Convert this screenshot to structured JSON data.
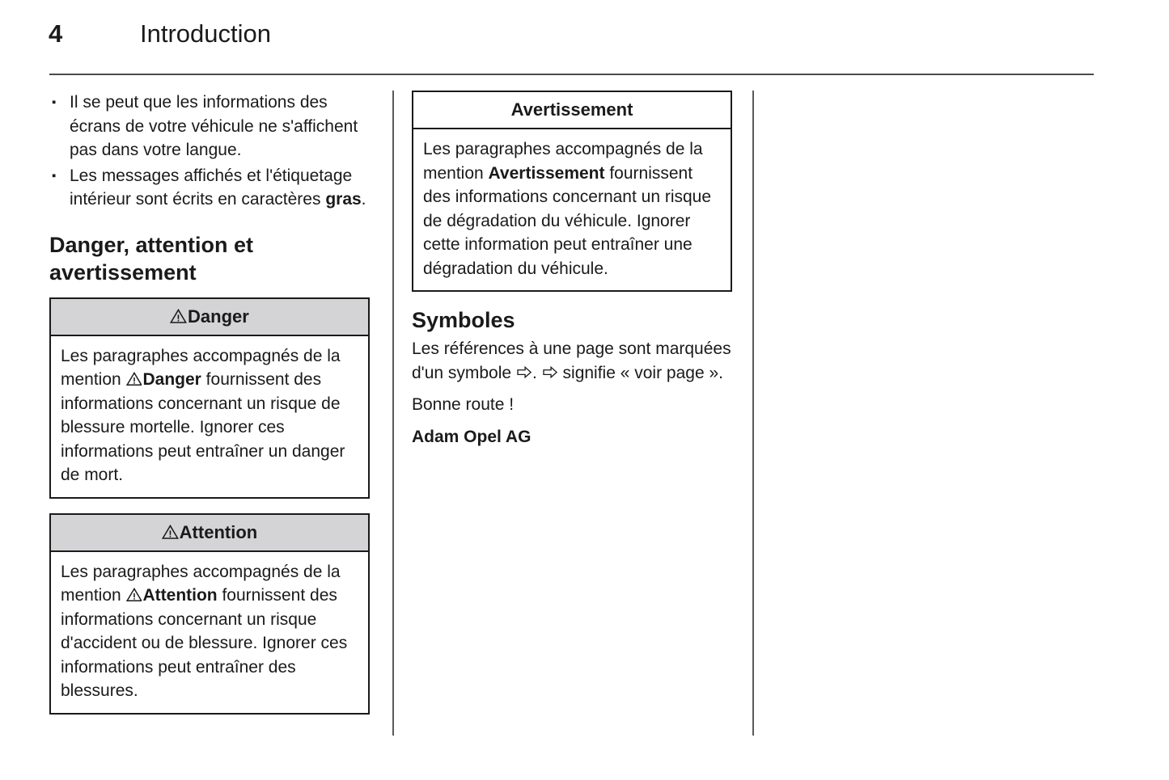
{
  "header": {
    "page_number": "4",
    "title": "Introduction"
  },
  "left_column": {
    "bullets": [
      {
        "marker": "▪",
        "text": "Il se peut que les informations des écrans de votre véhicule ne s'affichent pas dans votre langue."
      },
      {
        "marker": "▪",
        "text_before": "Les messages affichés et l'étiquetage intérieur sont écrits en caractères ",
        "bold": "gras",
        "text_after": "."
      }
    ],
    "section_heading": "Danger, attention et avertissement",
    "danger_box": {
      "icon": "warning-triangle-icon",
      "heading": "Danger",
      "body_before": "Les paragraphes accompagnés de la mention ",
      "body_bold": "Danger",
      "body_after": " fournissent des informations concernant un risque de blessure mortelle. Ignorer ces informations peut entraîner un danger de mort."
    },
    "attention_box": {
      "icon": "warning-triangle-icon",
      "heading": "Attention",
      "body_before": "Les paragraphes accompagnés de la mention ",
      "body_bold": "Attention",
      "body_after": " fournissent des informations concernant un risque d'accident ou de blessure. Ignorer ces informations peut entraîner des blessures."
    }
  },
  "right_column": {
    "avertissement_box": {
      "heading": "Avertissement",
      "body_before": "Les paragraphes accompagnés de la mention ",
      "body_bold": "Avertissement",
      "body_after": " fournissent des informations concernant un risque de dégradation du véhicule. Ignorer cette information peut entraîner une dégradation du véhicule."
    },
    "symbols_section": {
      "heading": "Symboles",
      "para_1_before": "Les références à une page sont marquées d'un symbole ",
      "para_1_mid": ". ",
      "para_1_after": " signifie « voir page ».",
      "arrow_icon": "right-arrow-outline-icon",
      "para_2": "Bonne route !",
      "signature": "Adam Opel AG"
    }
  },
  "colors": {
    "ink": "#1a1a1a",
    "notice_header_gray": "#d4d4d6",
    "rule": "#4a4a4a",
    "page_background": "#ffffff"
  }
}
